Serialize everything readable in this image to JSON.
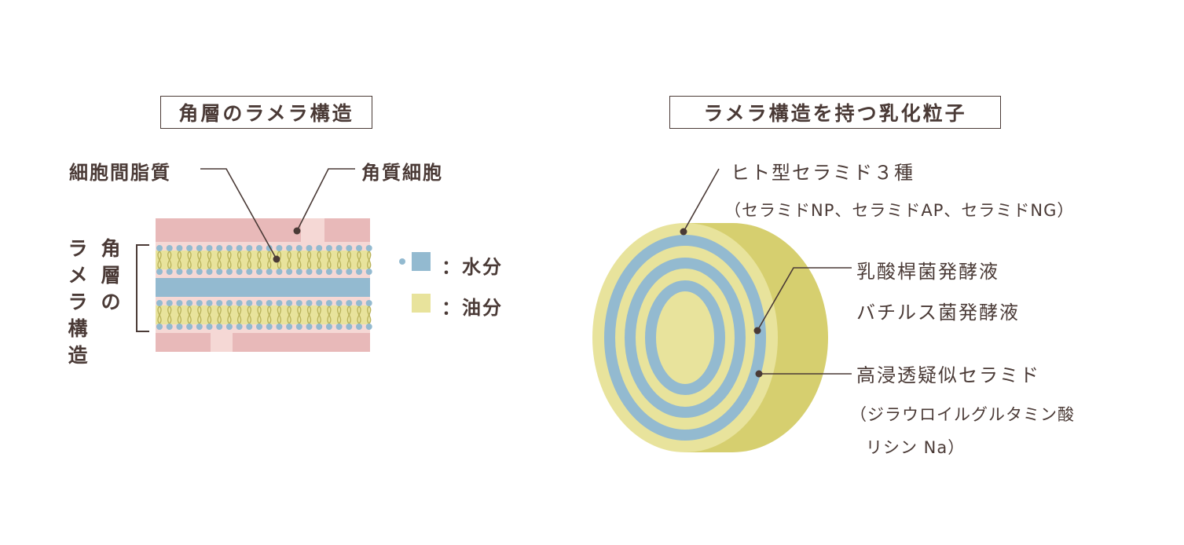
{
  "left": {
    "title": "角層のラメラ構造",
    "label_intercellular": "細胞間脂質",
    "label_corneocyte": "角質細胞",
    "vertical_label_col1": "ラメラ構造",
    "vertical_label_col2": "角層の",
    "legend": [
      {
        "text": "：水分",
        "color": "#93bad0"
      },
      {
        "text": "：油分",
        "color": "#e8e39c"
      }
    ]
  },
  "right": {
    "title": "ラメラ構造を持つ乳化粒子",
    "ceramide_label": "ヒト型セラミド３種",
    "ceramide_detail": "（セラミドNP、セラミドAP、セラミドNG）",
    "ferment_line1": "乳酸桿菌発酵液",
    "ferment_line2": "バチルス菌発酵液",
    "pseudo_label": "高浸透疑似セラミド",
    "pseudo_detail_line1": "（ジラウロイルグルタミン酸",
    "pseudo_detail_line2": "リシン Na）"
  },
  "colors": {
    "skin_pink": "#e8b9b9",
    "light_pink": "#f5d8d5",
    "water_blue": "#93bad0",
    "oil_yellow": "#e8e39c",
    "oil_side": "#d6cf6f",
    "text": "#4a3a36"
  }
}
